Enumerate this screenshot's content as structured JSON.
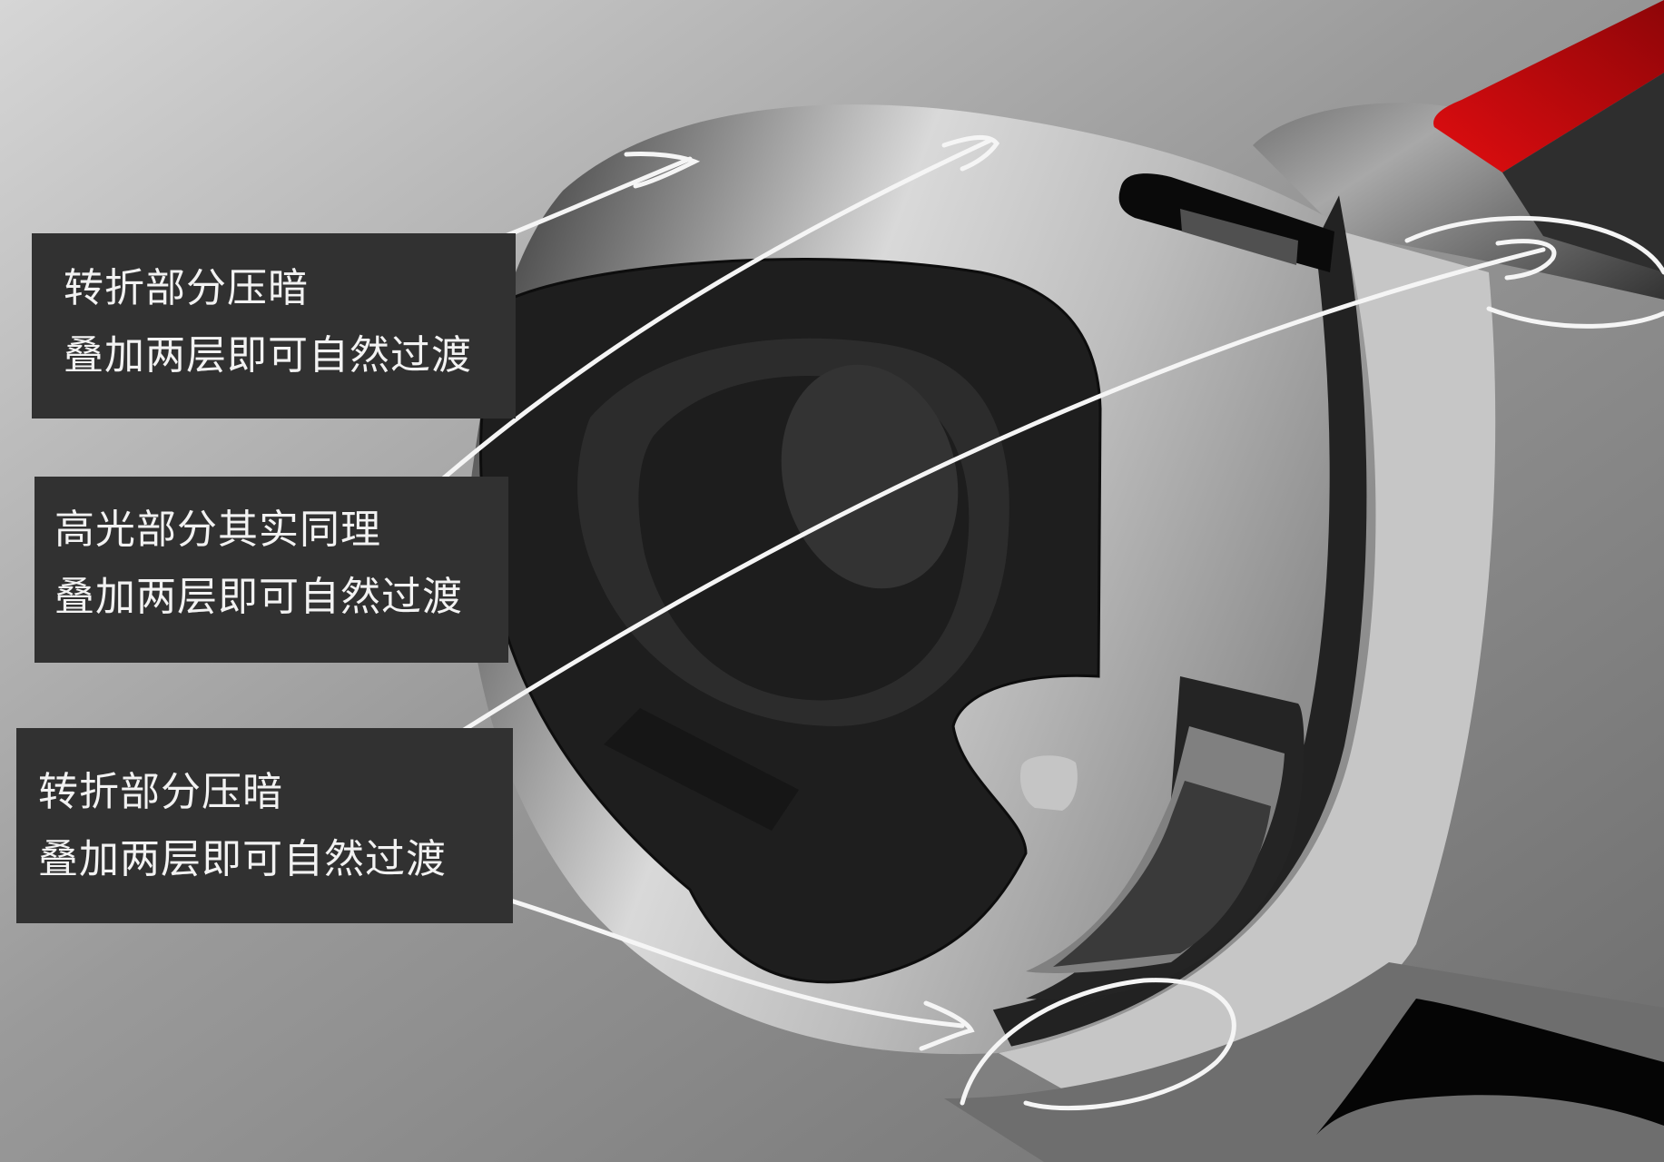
{
  "annotations": [
    {
      "line1": "转折部分压暗",
      "line2": "叠加两层即可自然过渡"
    },
    {
      "line1": "高光部分其实同理",
      "line2": "叠加两层即可自然过渡"
    },
    {
      "line1": "转折部分压暗",
      "line2": "叠加两层即可自然过渡"
    }
  ],
  "colors": {
    "note_background": "#313131",
    "note_text": "#f2f2f2",
    "accent_red": "#c8090d",
    "body_dark": "#1e1e1e",
    "body_light": "#c8c8c8",
    "arrow_stroke": "#f5f5f5"
  }
}
